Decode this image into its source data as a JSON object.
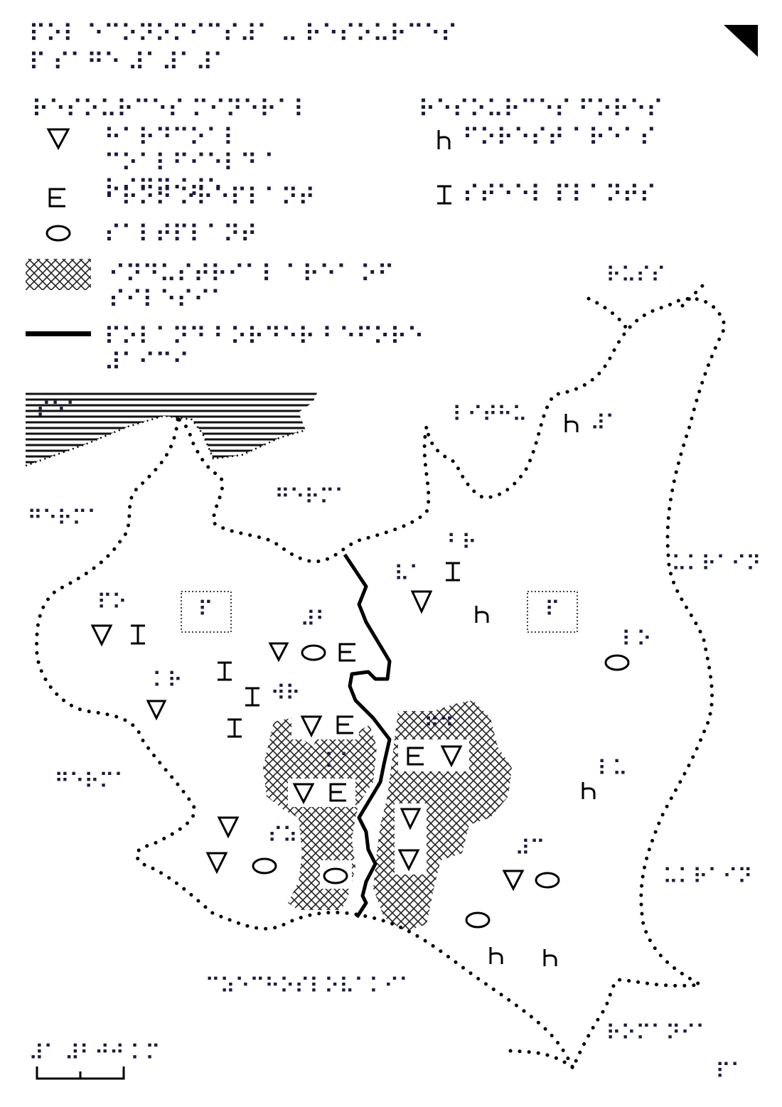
{
  "title": {
    "line1": "⠏⠕⠇ ⠑⠉⠕⠝⠕⠍⠊⠉⠎⠼⠁ ⠤ ⠗⠑⠎⠕⠥⠗⠉⠑⠎",
    "line2": "⠏ ⠎⠁⠛⠑ ⠼⠁⠼⠁⠼⠁"
  },
  "legend": {
    "heading_left": "⠗⠑⠎⠕⠥⠗⠉⠑⠎ ⠍⠊⠝⠑⠗⠁⠇",
    "heading_right": "⠗⠑⠎⠕⠥⠗⠉⠑⠎ ⠋⠕⠗⠑⠎",
    "items": [
      {
        "symbol": "shield",
        "icon": "shield-icon",
        "text": "⠓⠁⠗⠙⠉⠕⠁⠇ ⠉⠕⠁⠇⠋⠊⠑⠇⠙ ⠁ ⠇⠊⠛⠝⠊⠞⠑"
      },
      {
        "symbol": "e-shape",
        "icon": "iron-ore-icon",
        "text": "⠊⠗⠕⠝ ⠕⠗⠑⠏⠇⠁⠝⠞"
      },
      {
        "symbol": "ellipse",
        "icon": "ellipse-icon",
        "text": "⠎⠁⠇⠞⠏⠇⠁⠝⠞"
      },
      {
        "symbol": "h-shape",
        "icon": "h-shape-icon",
        "text": "⠋⠕⠗⠑⠎⠞ ⠁⠗⠑⠁⠎"
      },
      {
        "symbol": "i-beam",
        "icon": "i-beam-icon",
        "text": "⠎⠞⠑⠑⠇ ⠏⠇⠁⠝⠞⠎"
      },
      {
        "symbol": "crosshatch",
        "icon": "crosshatch-icon",
        "text": "⠊⠝⠙⠥⠎⠞⠗⠊⠁⠇ ⠁⠗⠑⠁ ⠕⠋ ⠎⠊⠇⠑⠎⠊⠁"
      },
      {
        "symbol": "thick-line",
        "icon": "thick-line-icon",
        "text": "⠏⠕⠇⠁⠝⠙ ⠃⠕⠗⠙⠑⠗ ⠃⠑⠋⠕⠗⠑ ⠼⠁⠊⠉⠊"
      }
    ]
  },
  "labels": {
    "sea": "⠎⠑⠁",
    "north_top": "⠗⠥⠎⠎",
    "germany_left": "⠛⠑⠗⠍⠁",
    "germany_mid": "⠛⠑⠗⠍⠁",
    "germany_low": "⠛⠑⠗⠍⠁",
    "baltic_region": "⠇⠊⠞⠓⠥",
    "east_upper": "⠥⠅⠗⠁⠊⠝",
    "east_lower": "⠥⠅⠗⠁⠊⠝",
    "south": "⠉⠵⠑⠉⠓⠕⠎⠇⠕⠧⠁⠅⠊⠁",
    "southeast": "⠗⠕⠍⠁⠝⠊⠁",
    "page_num": "⠏⠁",
    "forest_ne": "⠼⠁",
    "box_left": "⠏",
    "box_right": "⠏",
    "city_a": "⠏⠕",
    "city_b": "⠼⠃",
    "city_c": "⠃⠗",
    "city_d": "⠧⠁",
    "city_e": "⠇⠕",
    "city_f": "⠅⠗",
    "city_g": "⠺⠗",
    "city_h": "⠅⠁",
    "city_i": "⠛⠙",
    "city_j": "⠇⠥",
    "city_k": "⠎⠵",
    "city_l": "⠼⠉"
  },
  "scale": {
    "label": "⠼⠁ ⠼⠃⠚⠚ ⠅⠍"
  }
}
